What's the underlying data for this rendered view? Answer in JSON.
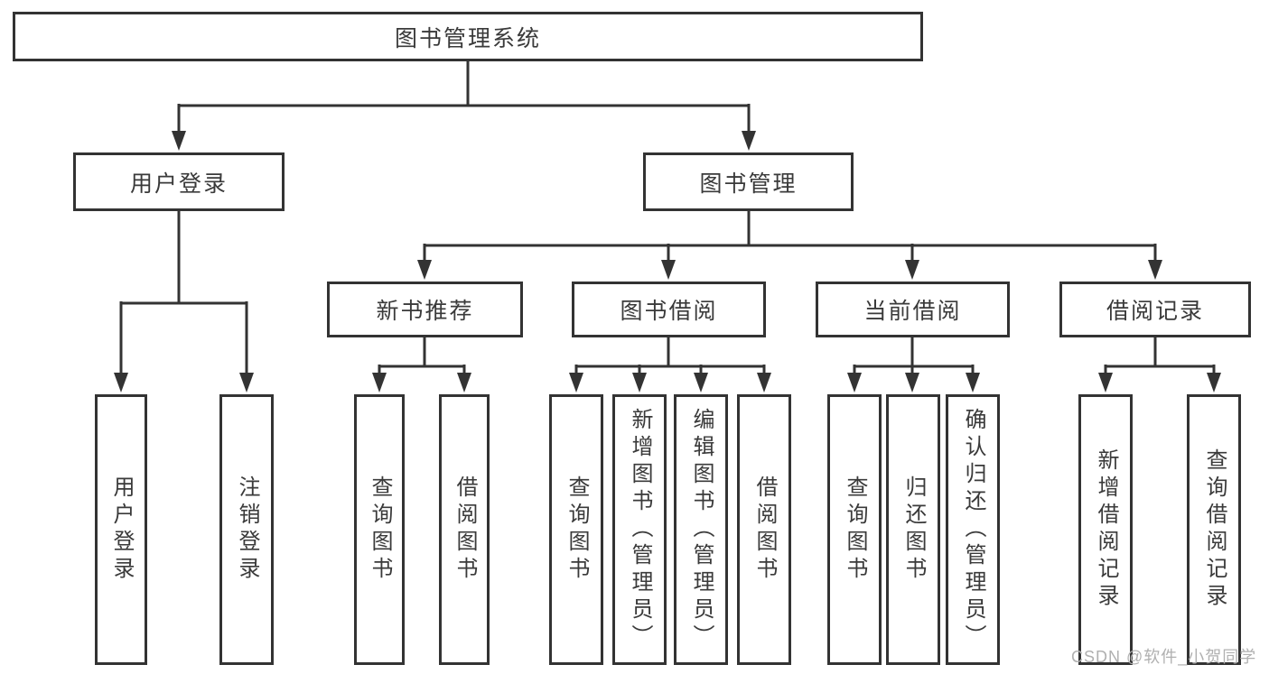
{
  "tree": {
    "root": {
      "label": "图书管理系统"
    },
    "children": [
      {
        "label": "用户登录",
        "children": [
          {
            "label": "用户登录"
          },
          {
            "label": "注销登录"
          }
        ]
      },
      {
        "label": "图书管理",
        "children": [
          {
            "label": "新书推荐",
            "children": [
              {
                "label": "查询图书"
              },
              {
                "label": "借阅图书"
              }
            ]
          },
          {
            "label": "图书借阅",
            "children": [
              {
                "label": "查询图书"
              },
              {
                "label": "新增图书（管理员）"
              },
              {
                "label": "编辑图书（管理员）"
              },
              {
                "label": "借阅图书"
              }
            ]
          },
          {
            "label": "当前借阅",
            "children": [
              {
                "label": "查询图书"
              },
              {
                "label": "归还图书"
              },
              {
                "label": "确认归还（管理员）"
              }
            ]
          },
          {
            "label": "借阅记录",
            "children": [
              {
                "label": "新增借阅记录"
              },
              {
                "label": "查询借阅记录"
              }
            ]
          }
        ]
      }
    ]
  },
  "watermark": {
    "text": "CSDN @软件_小贺同学"
  },
  "colors": {
    "line": "#333333",
    "box_border": "#333333",
    "box_fill": "#ffffff",
    "text": "#3a3a3a",
    "watermark": "#b0b0b0"
  }
}
